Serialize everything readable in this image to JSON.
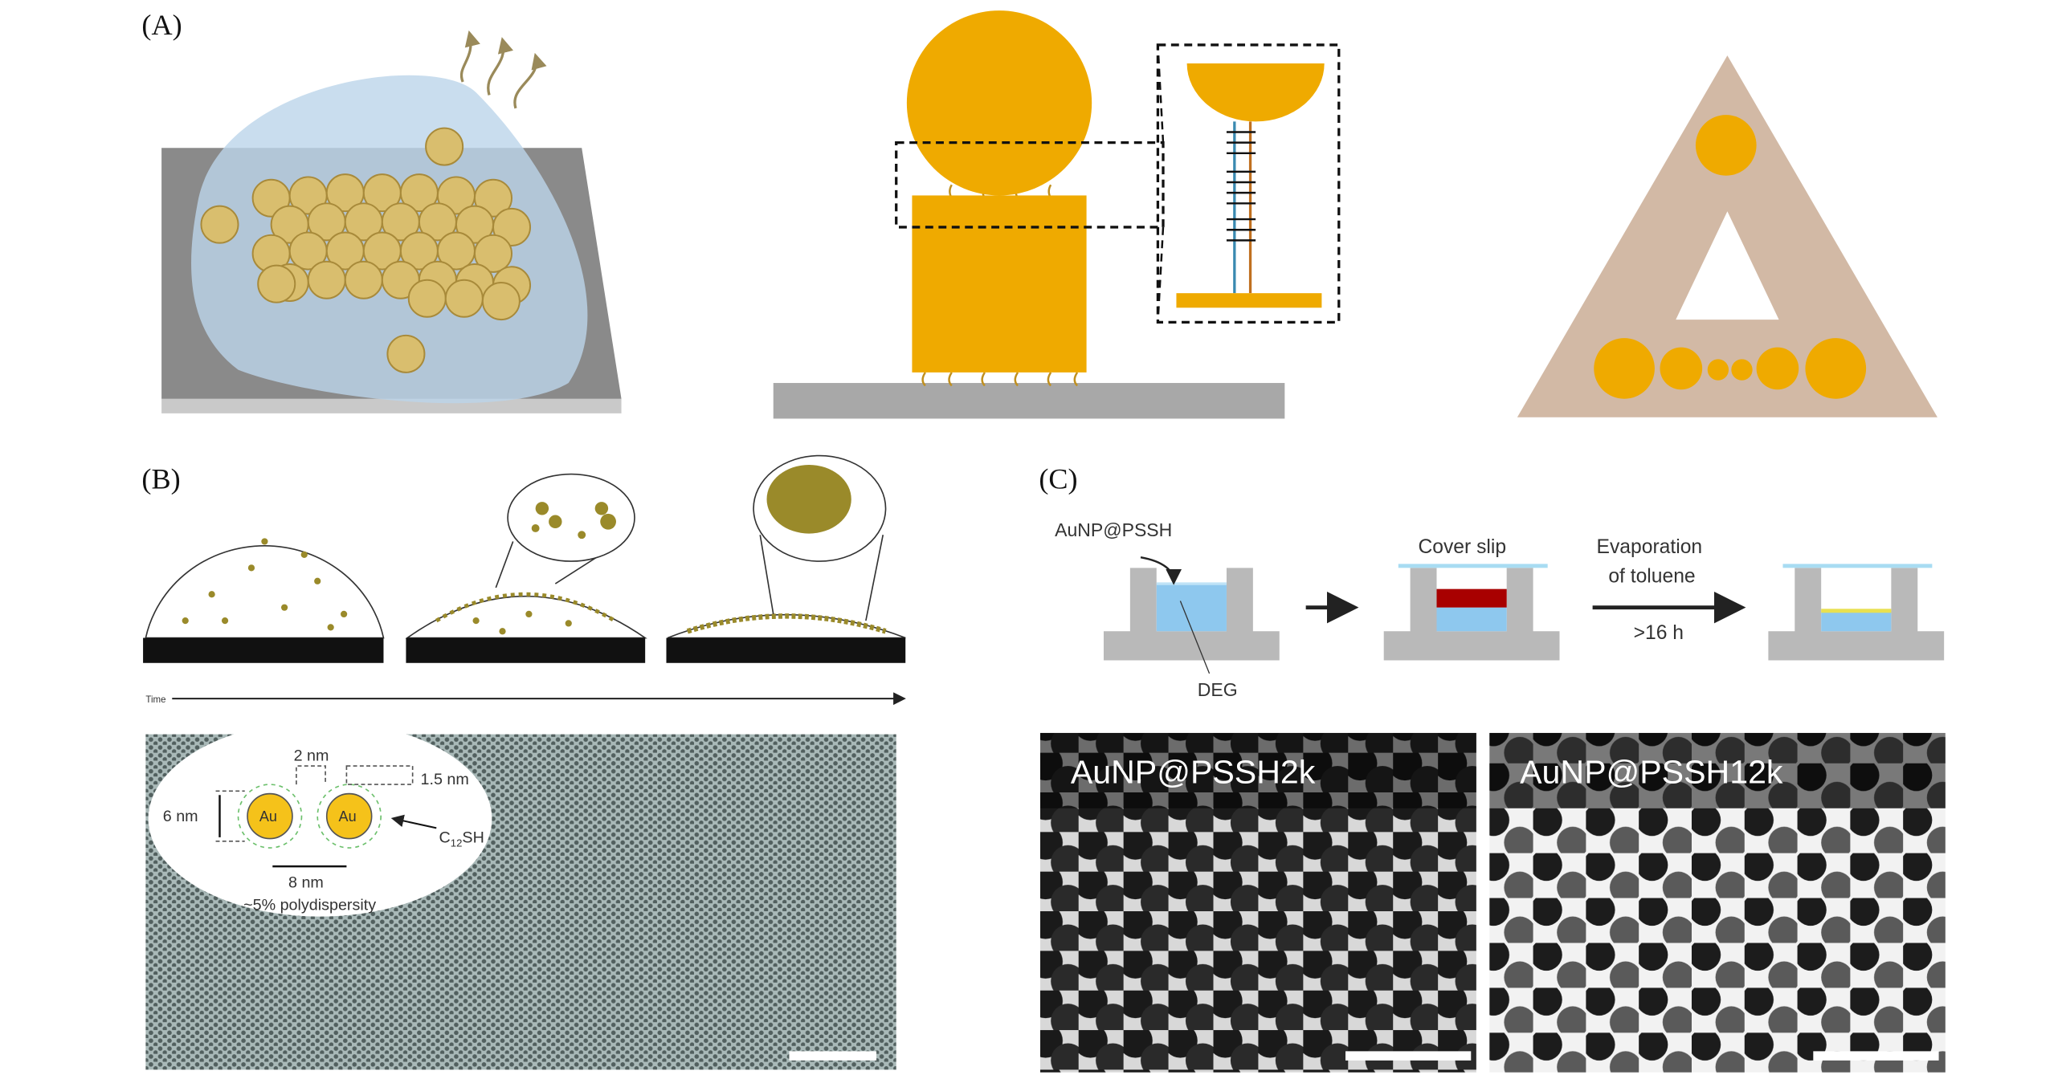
{
  "panels": {
    "a": {
      "label": "(A)"
    },
    "b": {
      "label": "(B)",
      "time_label": "Time",
      "inset": {
        "gap": "2 nm",
        "ligand_length": "1.5 nm",
        "core_size": "6 nm",
        "spacing": "8 nm",
        "polydispersity": "~5% polydispersity",
        "particle1": "Au",
        "particle2": "Au",
        "ligand_main": "C",
        "ligand_sub": "12",
        "ligand_tail": "SH"
      }
    },
    "c": {
      "label": "(C)",
      "reagent": "AuNP@PSSH",
      "solvent": "DEG",
      "cover": "Cover slip",
      "evap_line1": "Evaporation",
      "evap_line2": "of toluene",
      "duration": ">16 h",
      "tem_left": "AuNP@PSSH2k",
      "tem_right": "AuNP@PSSH12k"
    }
  },
  "colors": {
    "gold": "#EFAA00",
    "particle": "#D9BE6E",
    "triangle": "#D2B9A5",
    "liquid": "#8EC8EE",
    "toluene": "#A80000"
  }
}
